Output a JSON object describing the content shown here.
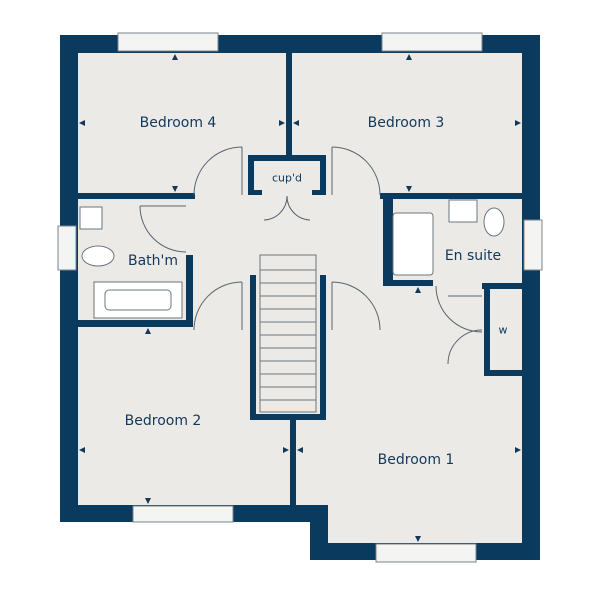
{
  "colors": {
    "wall": "#0b3a5f",
    "floor": "#ebeae6",
    "line": "#5a6470",
    "text": "#12385a"
  },
  "rooms": {
    "bedroom4": "Bedroom 4",
    "bedroom3": "Bedroom 3",
    "cupboard": "cup'd",
    "bathroom": "Bath'm",
    "en_suite": "En suite",
    "wardrobe": "w",
    "bedroom2": "Bedroom 2",
    "bedroom1": "Bedroom 1"
  }
}
